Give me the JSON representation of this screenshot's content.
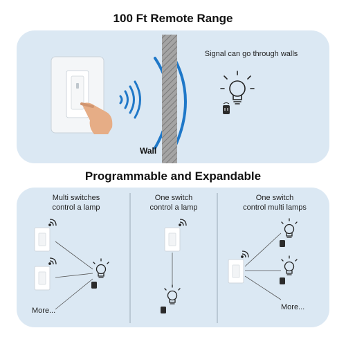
{
  "section1": {
    "title": "100 Ft Remote Range",
    "signal_text": "Signal can go through walls",
    "wall_label": "Wall"
  },
  "section2": {
    "title": "Programmable and Expandable",
    "columns": [
      {
        "line1": "Multi switches",
        "line2": "control a lamp",
        "more": "More..."
      },
      {
        "line1": "One switch",
        "line2": "control a lamp"
      },
      {
        "line1": "One switch",
        "line2": "control multi lamps",
        "more": "More..."
      }
    ]
  },
  "icons": [
    "wall-switch-icon",
    "hand-pointer-icon",
    "wifi-signal-icon",
    "light-bulb-icon",
    "smart-plug-icon"
  ],
  "colors": {
    "panel": "#dbe8f3",
    "signal_blue": "#1f78c8",
    "wall_gray": "#8a8a8a"
  }
}
